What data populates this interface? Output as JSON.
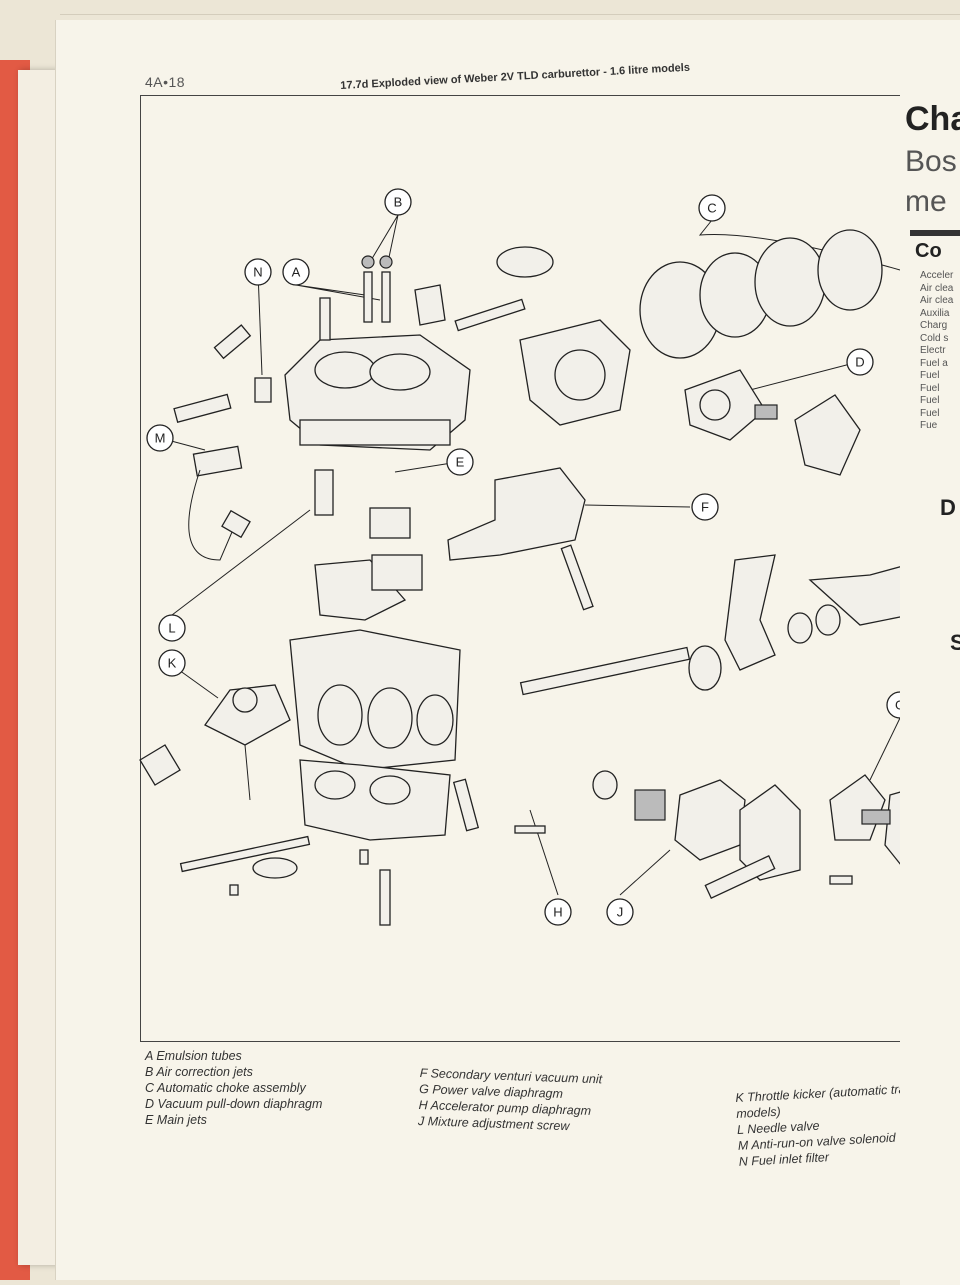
{
  "page": {
    "number": "4A•18",
    "caption": "17.7d  Exploded view of Weber 2V TLD carburettor - 1.6 litre models"
  },
  "callouts": [
    "A",
    "B",
    "C",
    "D",
    "E",
    "F",
    "G",
    "H",
    "J",
    "K",
    "L",
    "M",
    "N"
  ],
  "legend": {
    "col1": [
      "A  Emulsion tubes",
      "B  Air correction jets",
      "C  Automatic choke assembly",
      "D  Vacuum pull-down diaphragm",
      "E  Main jets"
    ],
    "col2": [
      "F  Secondary venturi vacuum unit",
      "G  Power valve diaphragm",
      "H  Accelerator pump diaphragm",
      "J  Mixture adjustment screw"
    ],
    "col3": [
      "K  Throttle kicker (automatic transmiss",
      "    models)",
      "L  Needle valve",
      "M  Anti-run-on valve solenoid",
      "N  Fuel inlet filter"
    ]
  },
  "right_page": {
    "title1": "Cha",
    "title2": "Bos",
    "title3": "me",
    "section": "Co",
    "list": [
      "Acceler",
      "Air clea",
      "Air clea",
      "Auxilia",
      "Charg",
      "Cold s",
      "Electr",
      "Fuel a",
      "Fuel",
      "Fuel",
      "Fuel",
      "Fuel",
      "Fue"
    ],
    "section2": "D",
    "section3": "S"
  },
  "colors": {
    "binding": "#e25a44",
    "paper": "#f7f4ea",
    "ink": "#222222"
  }
}
